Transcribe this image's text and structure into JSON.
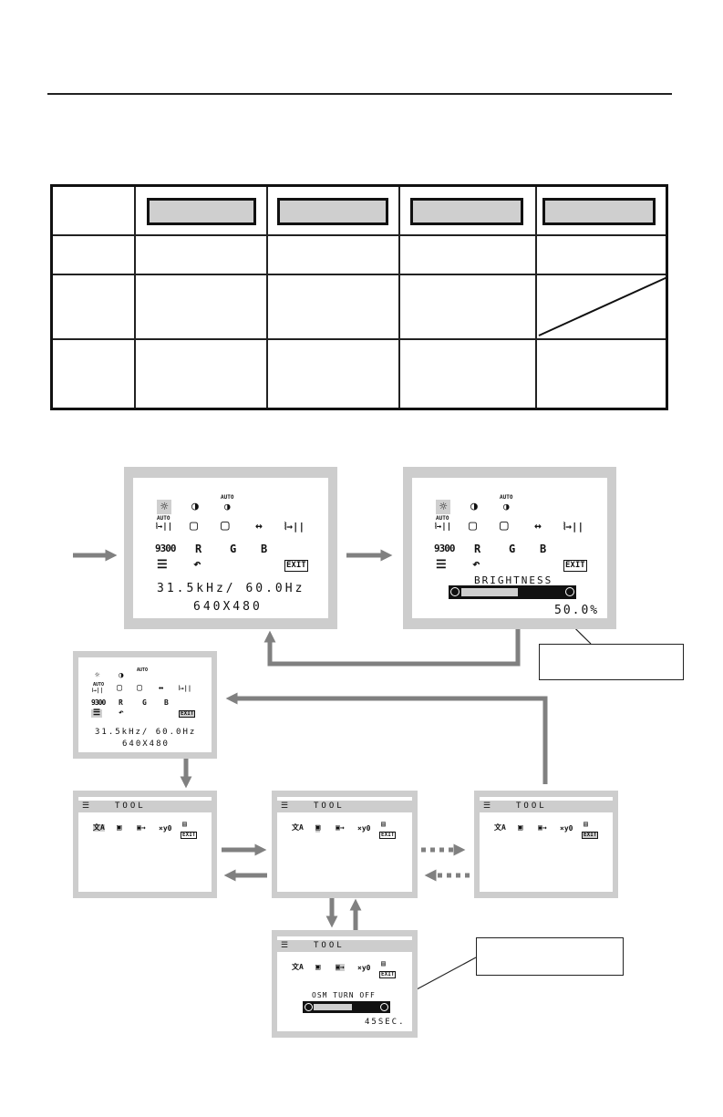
{
  "table": {
    "header_buttons": [
      "",
      "",
      "",
      ""
    ],
    "rows": [
      {
        "label": "",
        "cells": [
          "",
          "",
          "",
          ""
        ]
      },
      {
        "label": "",
        "cells": [
          "",
          "",
          "",
          ""
        ]
      },
      {
        "label": "",
        "cells": [
          "",
          "",
          "",
          ""
        ]
      }
    ]
  },
  "main_menu": {
    "icons": {
      "brightness": "☼",
      "contrast": "◑",
      "auto_contrast": "AUTO",
      "auto_adjust": "AUTO",
      "left_right": "▢",
      "down_up": "▢",
      "h_size": "↔",
      "fine": "⦚→||",
      "color_9300": "9300",
      "red": "R",
      "green": "G",
      "blue": "B",
      "tool": "☰",
      "factory_preset": "↶",
      "exit": "EXIT"
    },
    "frequency": "31.5kHz/ 60.0Hz",
    "resolution": "640X480"
  },
  "brightness_screen": {
    "label": "BRIGHTNESS",
    "value": "50.0%",
    "level_percent": 50
  },
  "tool_menu": {
    "title": "TOOL",
    "icons": {
      "language": "文A",
      "osm_position": "▣",
      "osm_turn_off": "▣→",
      "lock_out": "×y0",
      "info": "▤",
      "exit": "EXIT"
    }
  },
  "osm_turn_off_screen": {
    "label": "OSM TURN OFF",
    "value": "45SEC."
  },
  "callouts": {
    "brightness_callout": "",
    "turnoff_callout": ""
  },
  "colors": {
    "screen_frame": "#cdcdcd",
    "highlight": "#cfcfcf",
    "arrow": "#808080",
    "ink": "#111111"
  }
}
